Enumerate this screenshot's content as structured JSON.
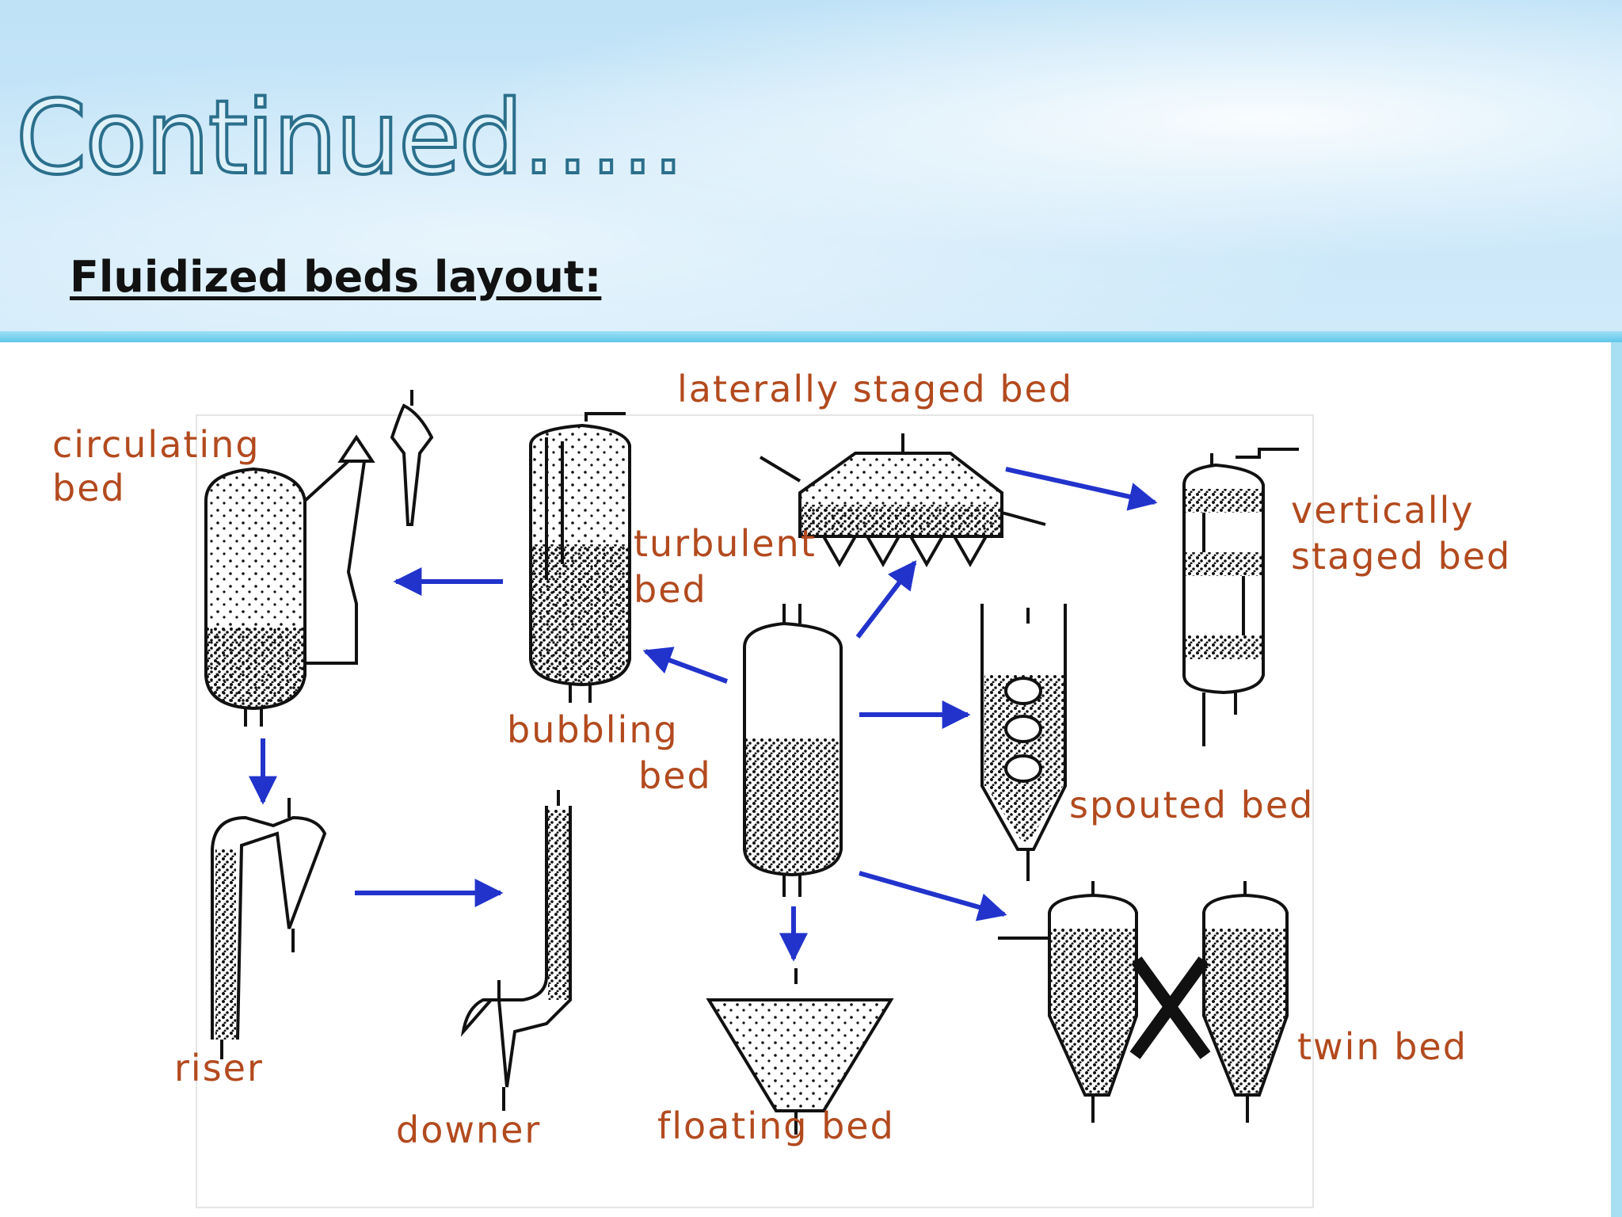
{
  "slide": {
    "title": "Continued…..",
    "subtitle": " Fluidized beds layout:"
  },
  "diagram": {
    "labels": {
      "laterally_staged": "laterally staged bed",
      "circulating_1": "circulating",
      "circulating_2": "bed",
      "turbulent_1": "turbulent",
      "turbulent_2": "bed",
      "vertically_1": "vertically",
      "vertically_2": "staged bed",
      "bubbling_1": "bubbling",
      "bubbling_2": "bed",
      "spouted": "spouted bed",
      "riser": "riser",
      "downer": "downer",
      "floating": "floating bed",
      "twin": "twin bed"
    },
    "colors": {
      "arrow": "#2233cc",
      "label": "#b24a1e",
      "drawing": "#111111"
    }
  }
}
